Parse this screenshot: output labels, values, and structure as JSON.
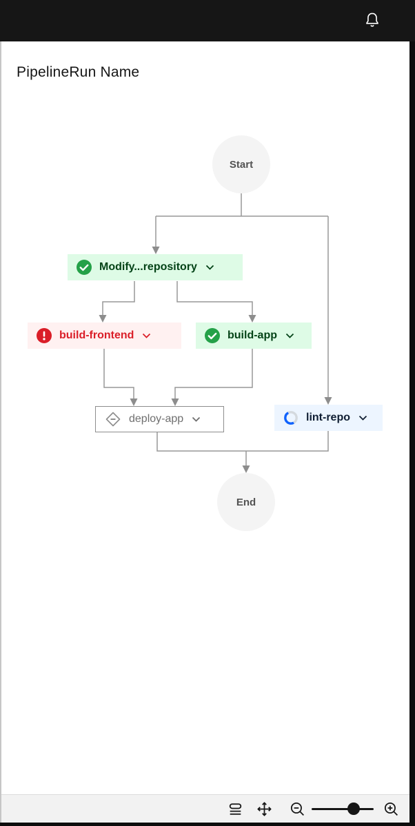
{
  "header": {
    "background": "#161616",
    "bell_icon": "bell-icon"
  },
  "page": {
    "title": "PipelineRun Name"
  },
  "pipeline": {
    "start_label": "Start",
    "end_label": "End",
    "nodes": [
      {
        "id": "modify",
        "label": "Modify...repository",
        "status": "success",
        "icon": "checkmark-filled-icon",
        "bg": "#defbe6",
        "icon_color": "#24a148",
        "text_color": "#044317"
      },
      {
        "id": "build-frontend",
        "label": "build-frontend",
        "status": "failed",
        "icon": "error-filled-icon",
        "bg": "#fff1f1",
        "icon_color": "#da1e28",
        "text_color": "#da1e28"
      },
      {
        "id": "build-app",
        "label": "build-app",
        "status": "success",
        "icon": "checkmark-filled-icon",
        "bg": "#defbe6",
        "icon_color": "#24a148",
        "text_color": "#044317"
      },
      {
        "id": "deploy-app",
        "label": "deploy-app",
        "status": "pending",
        "icon": "diamond-minus-icon",
        "bg": "#ffffff",
        "icon_color": "#8d8d8d",
        "text_color": "#6f6f6f"
      },
      {
        "id": "lint-repo",
        "label": "lint-repo",
        "status": "running",
        "icon": "spinner-icon",
        "bg": "#edf5ff",
        "icon_color": "#0f62fe",
        "text_color": "#101e33"
      }
    ],
    "edge_color": "#979797",
    "arrow_color": "#8d8d8d"
  },
  "toolbar": {
    "items": [
      {
        "name": "legend",
        "icon": "legend-icon"
      },
      {
        "name": "move",
        "icon": "move-icon"
      },
      {
        "name": "zoom-out",
        "icon": "zoom-out-icon"
      },
      {
        "name": "zoom-slider",
        "icon": "slider",
        "position_percent": 69
      },
      {
        "name": "zoom-in",
        "icon": "zoom-in-icon"
      }
    ],
    "icon_color": "#161616",
    "background": "#f2f2f2"
  }
}
